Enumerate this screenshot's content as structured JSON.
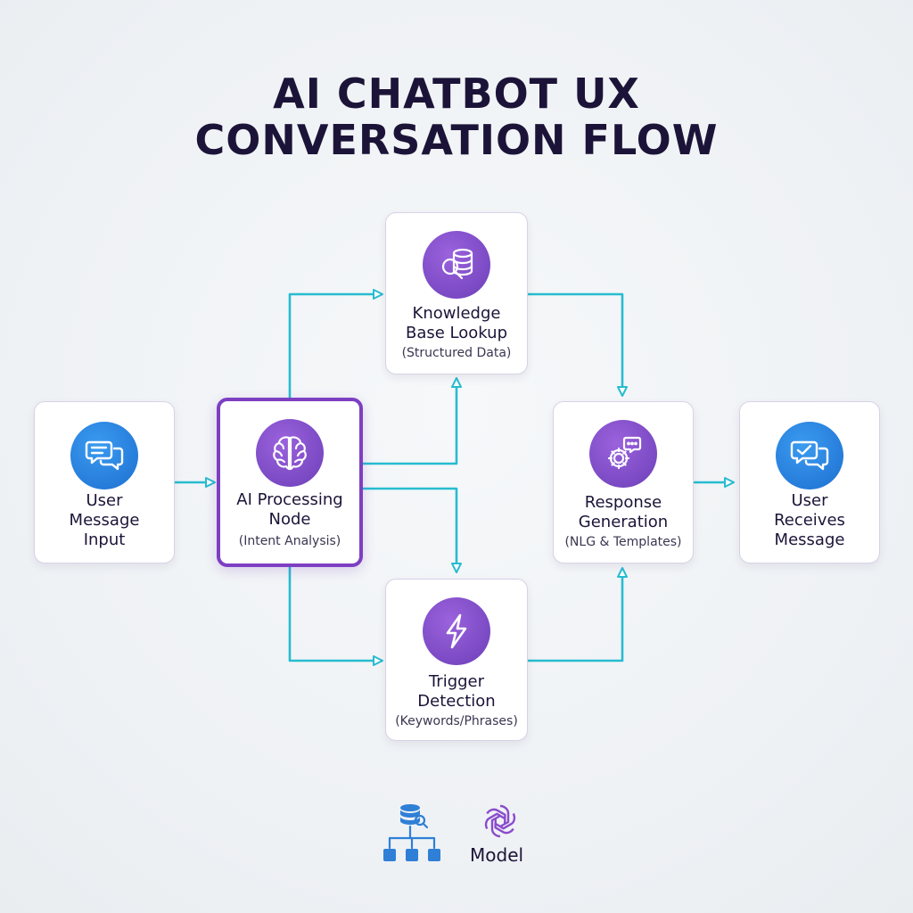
{
  "title": {
    "line1": "AI CHATBOT UX",
    "line2": "CONVERSATION FLOW"
  },
  "nodes": {
    "user_input": {
      "line1": "User",
      "line2": "Message",
      "line3": "Input",
      "icon": "chat-bubbles-icon"
    },
    "ai_processing": {
      "line1": "AI Processing",
      "line2": "Node",
      "sub": "(Intent Analysis)",
      "icon": "brain-icon"
    },
    "knowledge": {
      "line1": "Knowledge",
      "line2": "Base Lookup",
      "sub": "(Structured Data)",
      "icon": "database-search-icon"
    },
    "trigger": {
      "line1": "Trigger",
      "line2": "Detection",
      "sub": "(Keywords/Phrases)",
      "icon": "lightning-icon"
    },
    "response": {
      "line1": "Response",
      "line2": "Generation",
      "sub": "(NLG & Templates)",
      "icon": "gear-chat-icon"
    },
    "user_receives": {
      "line1": "User",
      "line2": "Receives",
      "line3": "Message",
      "icon": "chat-check-icon"
    }
  },
  "legend": {
    "model_label": "Model",
    "icons": [
      "database-hierarchy-icon",
      "model-knot-icon"
    ]
  },
  "colors": {
    "connector": "#27bcd0",
    "accent_purple": "#7d3fc2",
    "accent_blue": "#1e6fd0",
    "title": "#1c1438"
  }
}
